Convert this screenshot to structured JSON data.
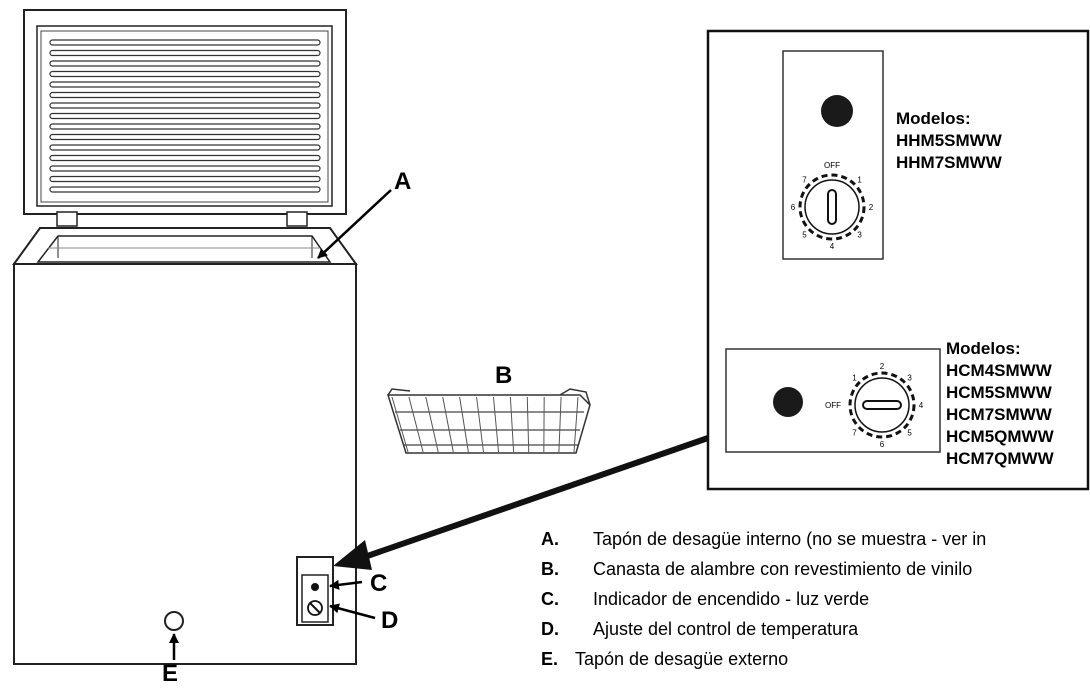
{
  "callouts": {
    "a": "A",
    "b": "B",
    "c": "C",
    "d": "D",
    "e": "E"
  },
  "dials": {
    "dial1": {
      "off": "OFF",
      "numbers": [
        "1",
        "2",
        "3",
        "4",
        "5",
        "6",
        "7"
      ]
    },
    "dial2": {
      "off": "OFF",
      "numbers": [
        "1",
        "2",
        "3",
        "4",
        "5",
        "6",
        "7"
      ]
    }
  },
  "models_top": {
    "heading": "Modelos:",
    "items": [
      "HHM5SMWW",
      "HHM7SMWW"
    ]
  },
  "models_bottom": {
    "heading": "Modelos:",
    "items": [
      "HCM4SMWW",
      "HCM5SMWW",
      "HCM7SMWW",
      "HCM5QMWW",
      "HCM7QMWW"
    ]
  },
  "legend": [
    {
      "letter": "A.",
      "text": "Tapón de desagüe interno (no se muestra - ver in"
    },
    {
      "letter": "B.",
      "text": "Canasta de alambre con revestimiento de vinilo"
    },
    {
      "letter": "C.",
      "text": "Indicador de encendido -  luz verde"
    },
    {
      "letter": "D.",
      "text": "Ajuste del control de temperatura"
    },
    {
      "letter": "E.",
      "text": "Tapón de desagüe externo"
    }
  ]
}
